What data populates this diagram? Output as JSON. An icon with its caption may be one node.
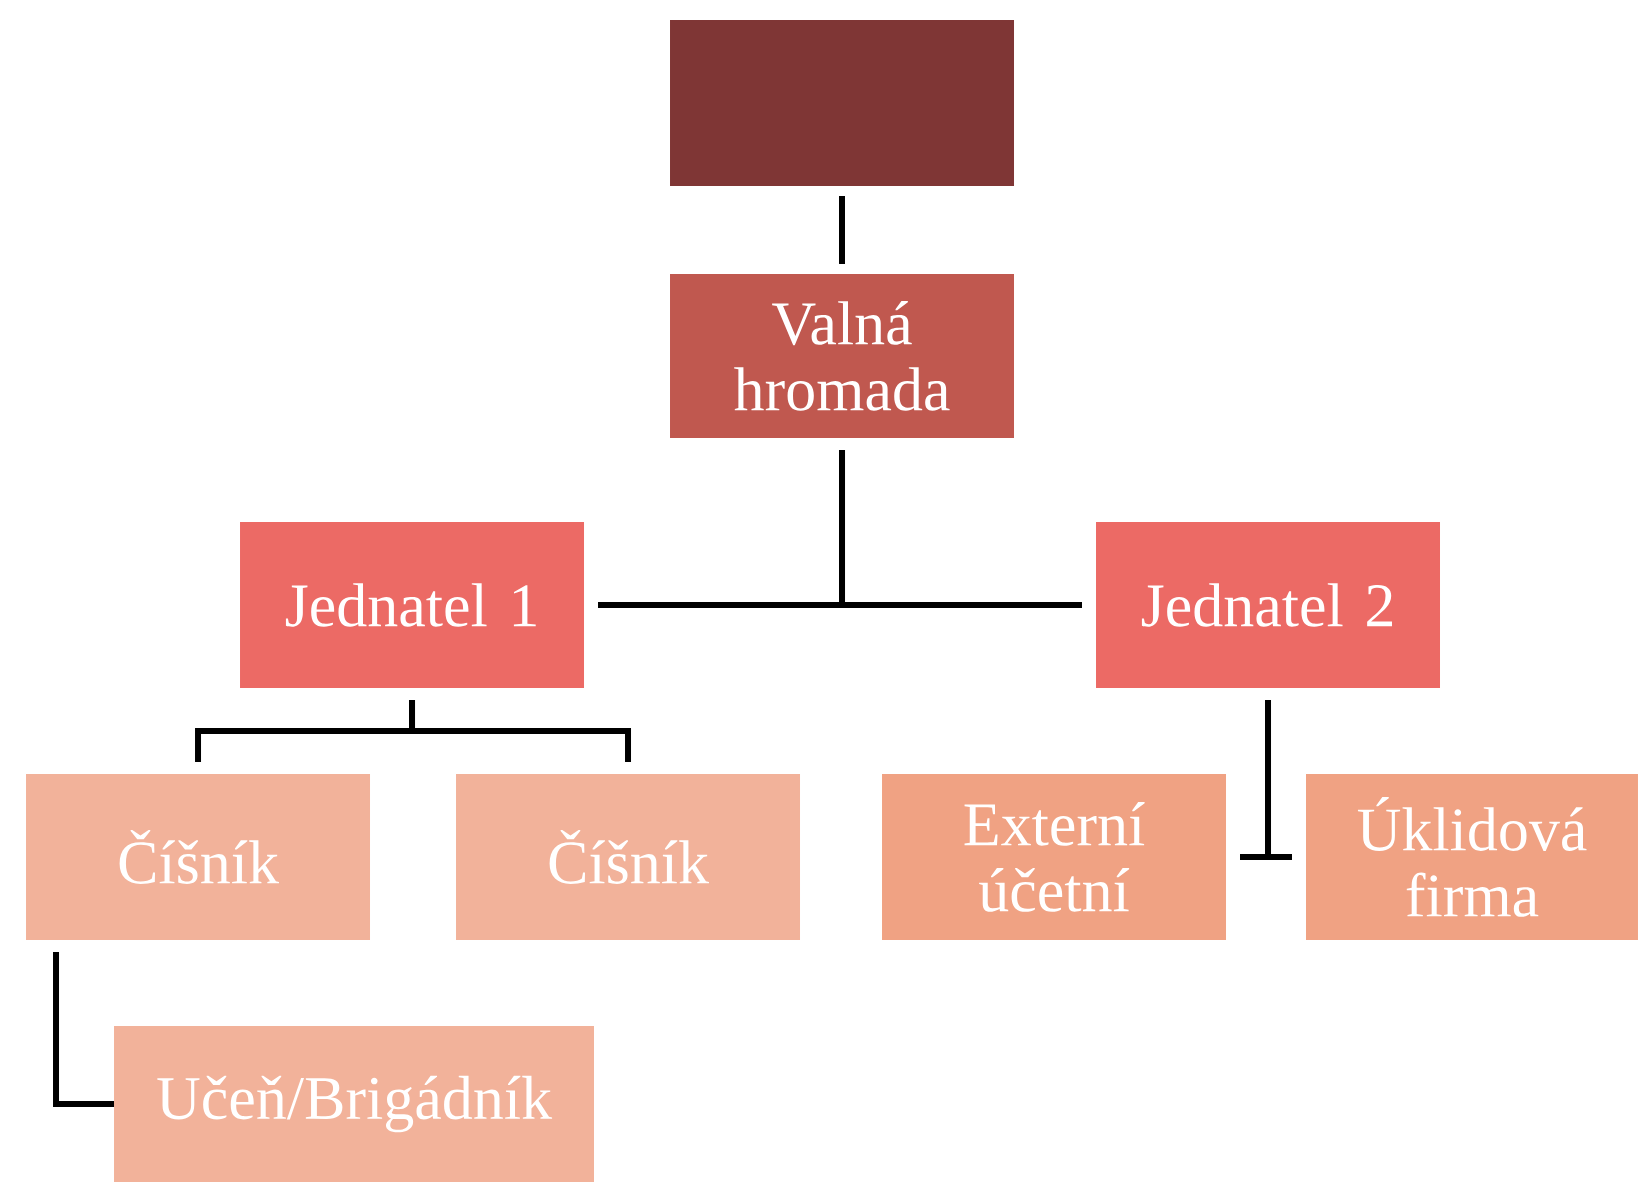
{
  "diagram": {
    "nodes": [
      {
        "text": [],
        "shape": "box"
      },
      {
        "text": [
          "Valná hromada"
        ]
      },
      {
        "text": [
          "Jednatel 1"
        ]
      },
      {
        "text": [
          "Jednatel 2"
        ]
      },
      {
        "text": [
          "Číšník"
        ]
      },
      {
        "text": [
          "Číšník"
        ]
      },
      {
        "text": [
          "Externí účetní"
        ]
      },
      {
        "text": [
          "Úklidová firma"
        ]
      },
      {
        "text": [
          "Učeň/Brigádník"
        ]
      }
    ],
    "edges": [
      {
        "from": 0,
        "to": 1,
        "arrow": "none"
      },
      {
        "from": 1,
        "to": 2,
        "arrow": "none"
      },
      {
        "from": 1,
        "to": 3,
        "arrow": "none"
      },
      {
        "from": 2,
        "to": 4,
        "arrow": "none"
      },
      {
        "from": 2,
        "to": 5,
        "arrow": "none"
      },
      {
        "from": 3,
        "to": 6,
        "arrow": "none"
      },
      {
        "from": 3,
        "to": 7,
        "arrow": "none"
      },
      {
        "from": 4,
        "to": 8,
        "arrow": "none"
      }
    ]
  }
}
